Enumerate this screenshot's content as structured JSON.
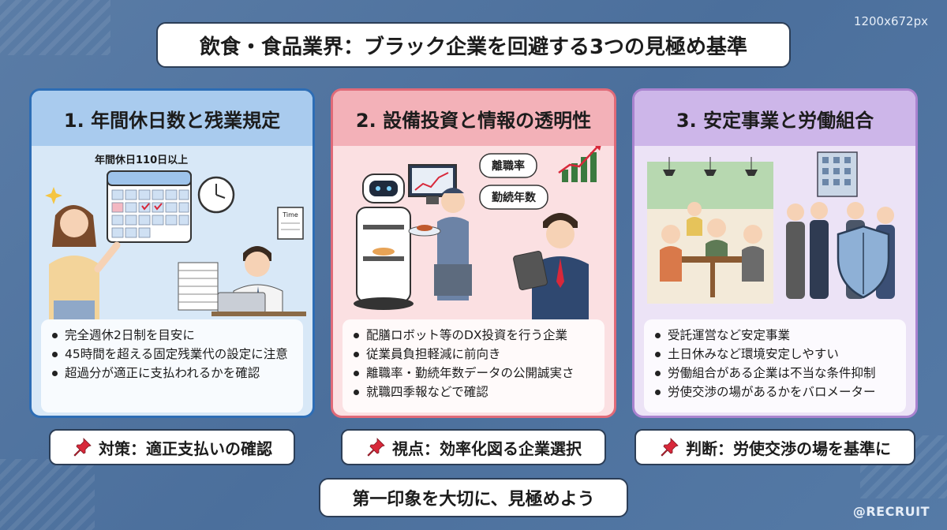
{
  "size_tag": "1200x672px",
  "title": "飲食・食品業界：ブラック企業を回避する3つの見極め基準",
  "cards": [
    {
      "heading": "1. 年間休日数と残業規定",
      "illus_label": "年間休日110日以上",
      "time_card_label": "Time",
      "bullets": [
        "完全週休2日制を目安に",
        "45時間を超える固定残業代の設定に注意",
        "超過分が適正に支払われるかを確認"
      ],
      "pill": "対策：適正支払いの確認"
    },
    {
      "heading": "2. 設備投資と情報の透明性",
      "bubble_1": "離職率",
      "bubble_2": "勤続年数",
      "bullets": [
        "配膳ロボット等のDX投資を行う企業",
        "従業員負担軽減に前向き",
        "離職率・勤続年数データの公開誠実さ",
        "就職四季報などで確認"
      ],
      "pill": "視点：効率化図る企業選択"
    },
    {
      "heading": "3. 安定事業と労働組合",
      "bullets": [
        "受託運営など安定事業",
        "土日休みなど環境安定しやすい",
        "労働組合がある企業は不当な条件抑制",
        "労使交渉の場があるかをバロメーター"
      ],
      "pill": "判断：労使交渉の場を基準に"
    }
  ],
  "footer": "第一印象を大切に、見極めよう",
  "brand": "@RECRUIT",
  "colors": {
    "card1_accent": "#2d6db5",
    "card2_accent": "#e06a78",
    "card3_accent": "#a983cf",
    "pin": "#d8283a"
  }
}
